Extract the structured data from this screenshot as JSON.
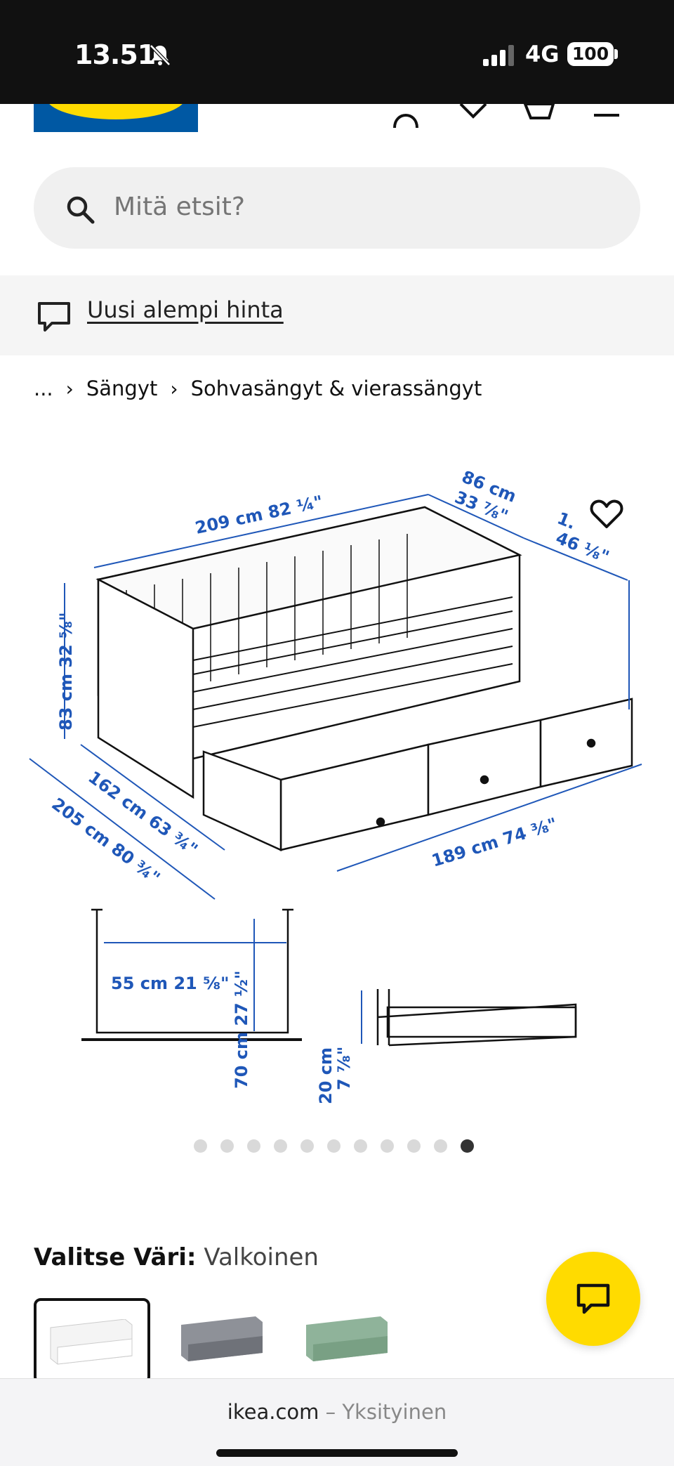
{
  "status_bar": {
    "time": "13.51",
    "network": "4G",
    "battery": "100"
  },
  "search": {
    "placeholder": "Mitä etsit?"
  },
  "promo": {
    "link_text": "Uusi alempi hinta"
  },
  "breadcrumb": {
    "ellipsis": "...",
    "items": [
      "Sängyt",
      "Sohvasängyt & vierassängyt"
    ]
  },
  "product_image": {
    "dimensions": {
      "length": "209 cm 82 ¼\"",
      "depth_top": "86 cm",
      "depth_top_in": "33 ⅞\"",
      "right_cm": "1.",
      "right_in": "46 ⅛\"",
      "height": "83 cm 32 ⅝\"",
      "depth_mid": "162 cm 63 ¾\"",
      "depth_full": "205 cm 80 ¾\"",
      "drawer_span": "189 cm 74 ⅜\"",
      "drawer_width": "55 cm 21 ⅝\"",
      "drawer_depth": "70 cm 27 ½\"",
      "drawer_height_cm": "20 cm",
      "drawer_height_in": "7 ⅞\""
    }
  },
  "carousel": {
    "count": 11,
    "active_index": 10
  },
  "color": {
    "label": "Valitse Väri:",
    "value": "Valkoinen",
    "swatch_colors": [
      "#f4f4f4",
      "#8e9198",
      "#8fb39a"
    ]
  },
  "browser": {
    "domain": "ikea.com",
    "separator": "–",
    "mode": "Yksityinen"
  },
  "colors": {
    "brand_blue": "#0058a3",
    "brand_yellow": "#ffdb00",
    "dimension_blue": "#1f57b8"
  }
}
